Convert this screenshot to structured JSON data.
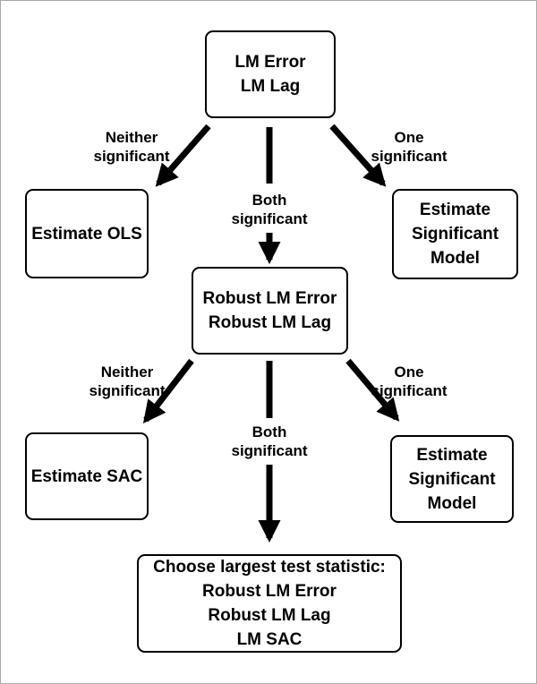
{
  "diagram": {
    "title": "LM test decision flowchart",
    "colors": {
      "background": "#ffffff",
      "frame_border": "#a9a9a9",
      "node_border": "#000000",
      "arrow": "#000000",
      "text": "#000000"
    },
    "nodes": {
      "lm_tests": "LM Error\nLM Lag",
      "estimate_ols": "Estimate OLS",
      "estimate_sig_model_top": "Estimate\nSignificant\nModel",
      "robust_lm": "Robust LM Error\nRobust LM Lag",
      "estimate_sac": "Estimate SAC",
      "estimate_sig_model_bottom": "Estimate\nSignificant\nModel",
      "choose_largest": "Choose largest test statistic:\nRobust LM Error\nRobust LM Lag\nLM SAC"
    },
    "edge_labels": {
      "neither_top": "Neither\nsignificant",
      "both_top": "Both\nsignificant",
      "one_top": "One\nsignificant",
      "neither_bottom": "Neither\nsignificant",
      "both_bottom": "Both\nsignificant",
      "one_bottom": "One\nsignificant"
    }
  }
}
